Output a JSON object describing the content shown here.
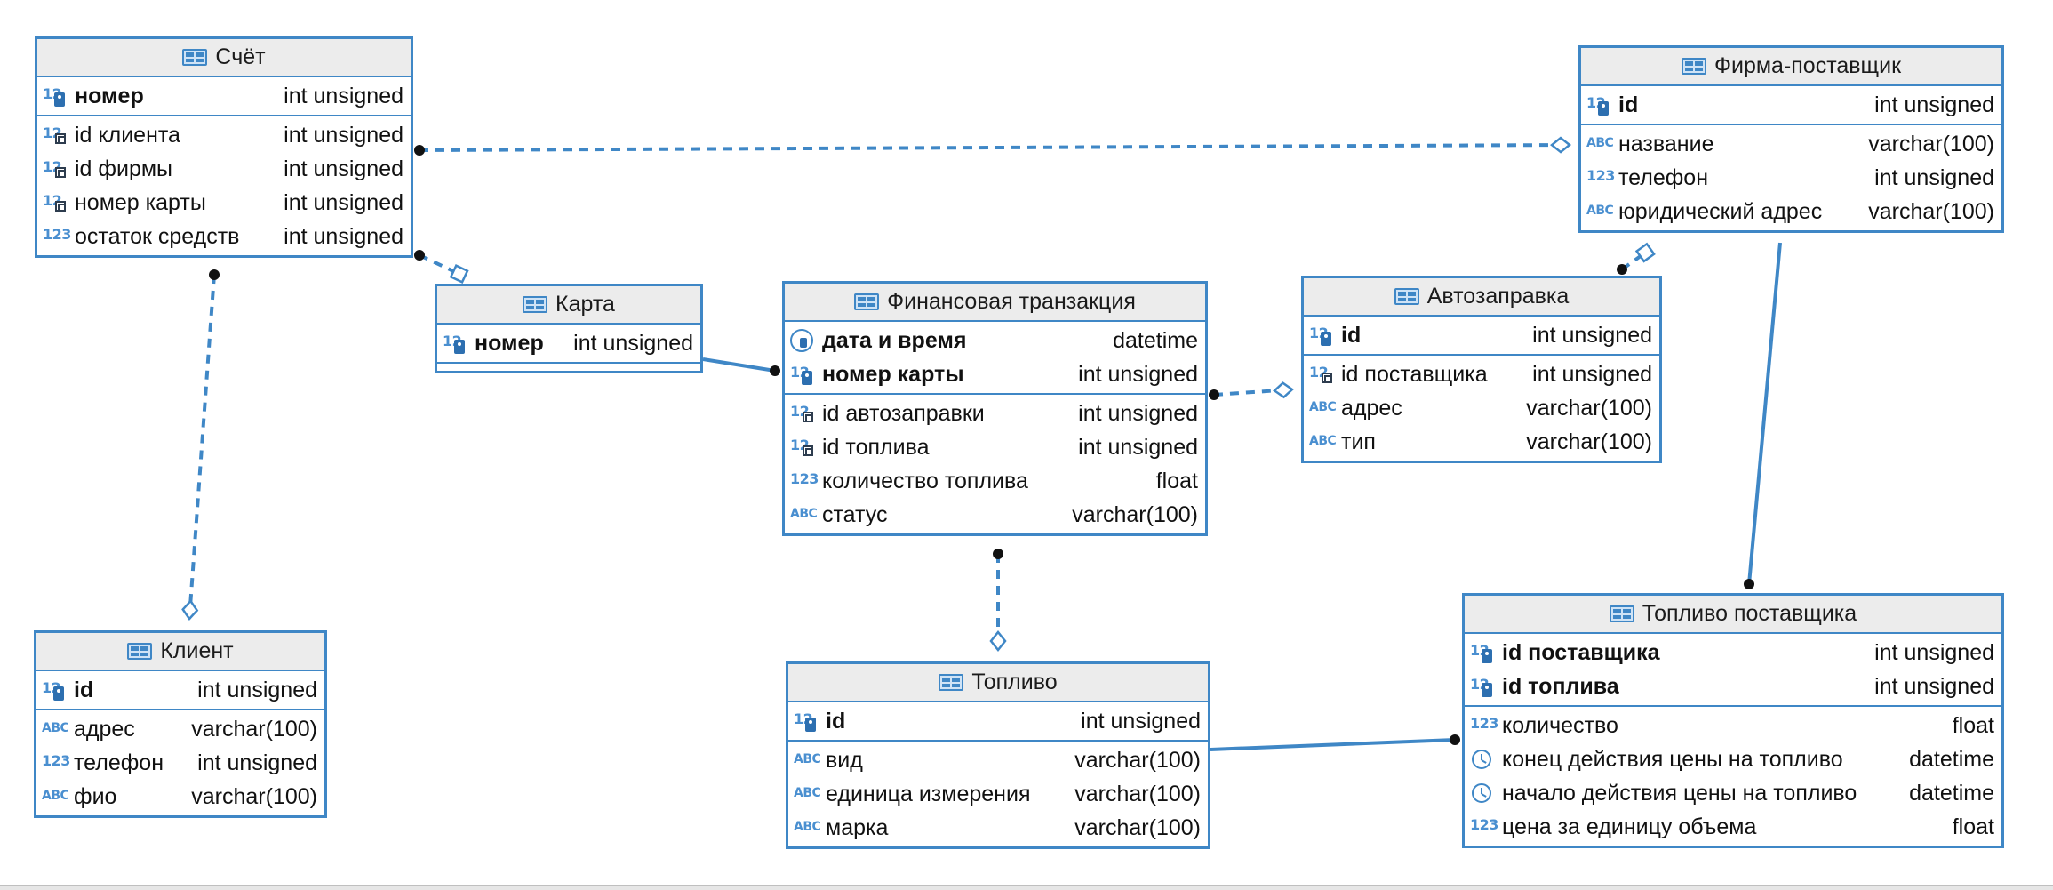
{
  "accent_color": "#3f87c6",
  "tables": [
    {
      "id": "schet",
      "title": "Счёт",
      "pk_rows": [
        {
          "icon": "number-key-icon",
          "name": "номер",
          "type": "int unsigned"
        }
      ],
      "rows": [
        {
          "icon": "number-foreign-key-icon",
          "name": "id клиента",
          "type": "int unsigned"
        },
        {
          "icon": "number-foreign-key-icon",
          "name": "id фирмы",
          "type": "int unsigned"
        },
        {
          "icon": "number-foreign-key-icon",
          "name": "номер карты",
          "type": "int unsigned"
        },
        {
          "icon": "number-icon",
          "name": "остаток средств",
          "type": "int unsigned"
        }
      ]
    },
    {
      "id": "karta",
      "title": "Карта",
      "pk_rows": [
        {
          "icon": "number-key-icon",
          "name": "номер",
          "type": "int unsigned"
        }
      ],
      "rows": []
    },
    {
      "id": "klient",
      "title": "Клиент",
      "pk_rows": [
        {
          "icon": "number-key-icon",
          "name": "id",
          "type": "int unsigned"
        }
      ],
      "rows": [
        {
          "icon": "text-icon",
          "name": "адрес",
          "type": "varchar(100)"
        },
        {
          "icon": "number-icon",
          "name": "телефон",
          "type": "int unsigned"
        },
        {
          "icon": "text-icon",
          "name": "фио",
          "type": "varchar(100)"
        }
      ]
    },
    {
      "id": "fin",
      "title": "Финансовая транзакция",
      "pk_rows": [
        {
          "icon": "datetime-key-icon",
          "name": "дата и время",
          "type": "datetime"
        },
        {
          "icon": "number-key-icon",
          "name": "номер карты",
          "type": "int unsigned"
        }
      ],
      "rows": [
        {
          "icon": "number-foreign-key-icon",
          "name": "id автозаправки",
          "type": "int unsigned"
        },
        {
          "icon": "number-foreign-key-icon",
          "name": "id топлива",
          "type": "int unsigned"
        },
        {
          "icon": "number-icon",
          "name": "количество топлива",
          "type": "float"
        },
        {
          "icon": "text-icon",
          "name": "статус",
          "type": "varchar(100)"
        }
      ]
    },
    {
      "id": "toplivo",
      "title": "Топливо",
      "pk_rows": [
        {
          "icon": "number-key-icon",
          "name": "id",
          "type": "int unsigned"
        }
      ],
      "rows": [
        {
          "icon": "text-icon",
          "name": "вид",
          "type": "varchar(100)"
        },
        {
          "icon": "text-icon",
          "name": "единица измерения",
          "type": "varchar(100)"
        },
        {
          "icon": "text-icon",
          "name": "марка",
          "type": "varchar(100)"
        }
      ]
    },
    {
      "id": "azs",
      "title": "Автозаправка",
      "pk_rows": [
        {
          "icon": "number-key-icon",
          "name": "id",
          "type": "int unsigned"
        }
      ],
      "rows": [
        {
          "icon": "number-foreign-key-icon",
          "name": "id поставщика",
          "type": "int unsigned"
        },
        {
          "icon": "text-icon",
          "name": "адрес",
          "type": "varchar(100)"
        },
        {
          "icon": "text-icon",
          "name": "тип",
          "type": "varchar(100)"
        }
      ]
    },
    {
      "id": "firma",
      "title": "Фирма-поставщик",
      "pk_rows": [
        {
          "icon": "number-key-icon",
          "name": "id",
          "type": "int unsigned"
        }
      ],
      "rows": [
        {
          "icon": "text-icon",
          "name": "название",
          "type": "varchar(100)"
        },
        {
          "icon": "number-icon",
          "name": "телефон",
          "type": "int unsigned"
        },
        {
          "icon": "text-icon",
          "name": "юридический адрес",
          "type": "varchar(100)"
        }
      ]
    },
    {
      "id": "tp",
      "title": "Топливо поставщика",
      "pk_rows": [
        {
          "icon": "number-key-icon",
          "name": "id поставщика",
          "type": "int unsigned"
        },
        {
          "icon": "number-key-icon",
          "name": "id топлива",
          "type": "int unsigned"
        }
      ],
      "rows": [
        {
          "icon": "number-icon",
          "name": "количество",
          "type": "float"
        },
        {
          "icon": "datetime-icon",
          "name": "конец действия цены на топливо",
          "type": "datetime"
        },
        {
          "icon": "datetime-icon",
          "name": "начало действия цены на топливо",
          "type": "datetime"
        },
        {
          "icon": "number-icon",
          "name": "цена за единицу объема",
          "type": "float"
        }
      ]
    }
  ],
  "relationships": [
    {
      "from": "schet",
      "to": "firma",
      "style": "dashed",
      "from_end": "dot",
      "to_end": "diamond"
    },
    {
      "from": "schet",
      "to": "karta",
      "style": "dashed",
      "from_end": "dot",
      "to_end": "square"
    },
    {
      "from": "schet",
      "to": "klient",
      "style": "dashed",
      "from_end": "dot",
      "to_end": "diamond"
    },
    {
      "from": "karta",
      "to": "fin",
      "style": "solid",
      "from_end": "none",
      "to_end": "dot"
    },
    {
      "from": "fin",
      "to": "azs",
      "style": "dashed",
      "from_end": "dot",
      "to_end": "diamond"
    },
    {
      "from": "fin",
      "to": "toplivo",
      "style": "dashed",
      "from_end": "dot",
      "to_end": "diamond"
    },
    {
      "from": "azs",
      "to": "firma",
      "style": "dashed",
      "from_end": "dot",
      "to_end": "square"
    },
    {
      "from": "firma",
      "to": "tp",
      "style": "solid",
      "from_end": "none",
      "to_end": "dot"
    },
    {
      "from": "toplivo",
      "to": "tp",
      "style": "solid",
      "from_end": "none",
      "to_end": "dot"
    }
  ]
}
